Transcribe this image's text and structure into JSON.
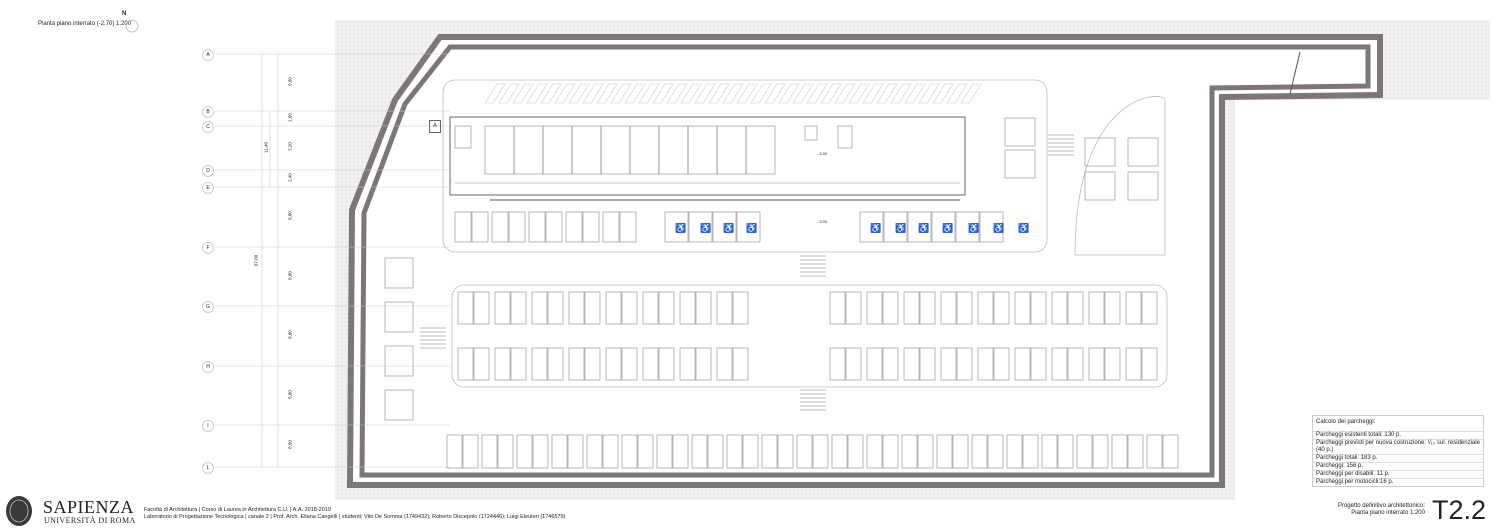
{
  "drawing": {
    "title": "Pianta piano interrato (-2.70) 1:200",
    "north_label": "N",
    "grid_axes": [
      "A",
      "B",
      "C",
      "D",
      "E",
      "F",
      "G",
      "H",
      "I",
      "L"
    ],
    "dimensions": [
      "8,80",
      "1,60",
      "7,20",
      "2,40",
      "8,80",
      "8,80",
      "8,80",
      "8,80",
      "8,80"
    ],
    "dimension_cd": "11,40",
    "dimension_total": "67,00",
    "section_mark": "A",
    "levels": [
      "-3.00",
      "-3.00"
    ]
  },
  "calc": {
    "header": "Calcolo dei parcheggi:",
    "rows": [
      "Parcheggi esistenti totali: 130 p.",
      "Parcheggi previsti per nuova costruzione: ¹⁄₁₀ sul. residenziale (40 p.)",
      "Parcheggi totali: 183 p.",
      "Parcheggi: 156 p.",
      "Parcheggi per disabili: 11 p.",
      "Parcheggi per motocicli:16 p."
    ]
  },
  "titleblock": {
    "project_line1": "Progetto definitivo architettonico:",
    "project_line2": "Pianta piano interrato 1:200",
    "sheet_code": "T2.2",
    "university": "Sapienza",
    "university_sub": "Università di Roma",
    "credits_line1": "Facoltà di Architettura | Corso di Laurea in Architettura C.U. | A.A. 2018-2019",
    "credits_line2": "Laboratorio di Progettazione Tecnologica | canale 2 | Prof. Arch. Eliana Cangelli | studenti: Vito De Somma (1749432); Roberto Discepolo (1724446); Luigi Eleuteri (1746579)"
  },
  "colors": {
    "wall": "#7d7676",
    "line": "#9a9a9a",
    "hatch": "#ececec"
  }
}
